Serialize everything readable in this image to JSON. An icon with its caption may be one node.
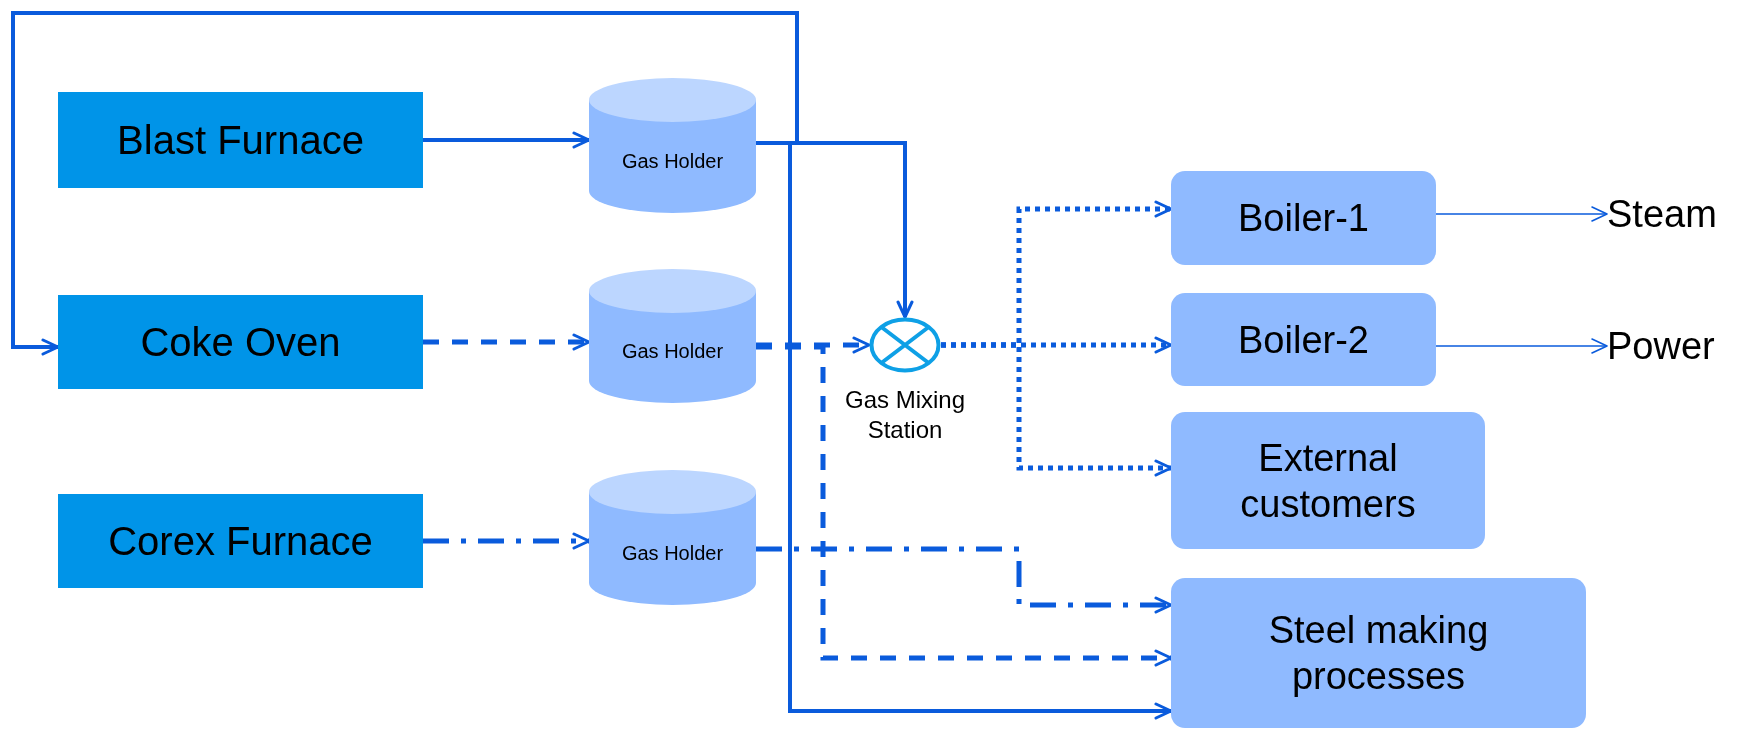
{
  "diagram": {
    "nodes": [
      {
        "text": [
          "Blast Furnace"
        ]
      },
      {
        "text": [
          "Coke Oven"
        ]
      },
      {
        "text": [
          "Corex Furnace"
        ]
      },
      {
        "text": [
          "Gas Holder"
        ]
      },
      {
        "text": [
          "Gas Holder"
        ]
      },
      {
        "text": [
          "Gas Holder"
        ]
      },
      {
        "text": [],
        "shape": "circle",
        "beside": [
          "Gas Mixing Station"
        ]
      },
      {
        "text": [
          "Boiler-1"
        ]
      },
      {
        "text": [
          "Boiler-2"
        ]
      },
      {
        "text": [
          "External customers"
        ]
      },
      {
        "text": [
          "Steel making processes"
        ]
      },
      {
        "text": [
          "Steam"
        ]
      },
      {
        "text": [
          "Power"
        ]
      }
    ],
    "edges": [
      {
        "from": 0,
        "to": 3,
        "arrow": "to"
      },
      {
        "from": 1,
        "to": 4,
        "arrow": "to",
        "style": "dashed"
      },
      {
        "from": 2,
        "to": 5,
        "arrow": "to",
        "style": "dashed"
      },
      {
        "from": 3,
        "to": 1,
        "arrow": "to"
      },
      {
        "from": 3,
        "to": 6,
        "arrow": "to"
      },
      {
        "from": 3,
        "to": 10,
        "arrow": "to"
      },
      {
        "from": 4,
        "to": 6,
        "arrow": "to",
        "style": "dashed"
      },
      {
        "from": 4,
        "to": 10,
        "arrow": "to",
        "style": "dashed"
      },
      {
        "from": 5,
        "to": 10,
        "arrow": "to",
        "style": "dashed"
      },
      {
        "from": 6,
        "to": 7,
        "arrow": "to",
        "style": "dashed"
      },
      {
        "from": 6,
        "to": 8,
        "arrow": "to",
        "style": "dashed"
      },
      {
        "from": 6,
        "to": 9,
        "arrow": "to",
        "style": "dashed"
      },
      {
        "from": 7,
        "to": 11,
        "arrow": "to"
      },
      {
        "from": 8,
        "to": 12,
        "arrow": "to"
      }
    ]
  }
}
